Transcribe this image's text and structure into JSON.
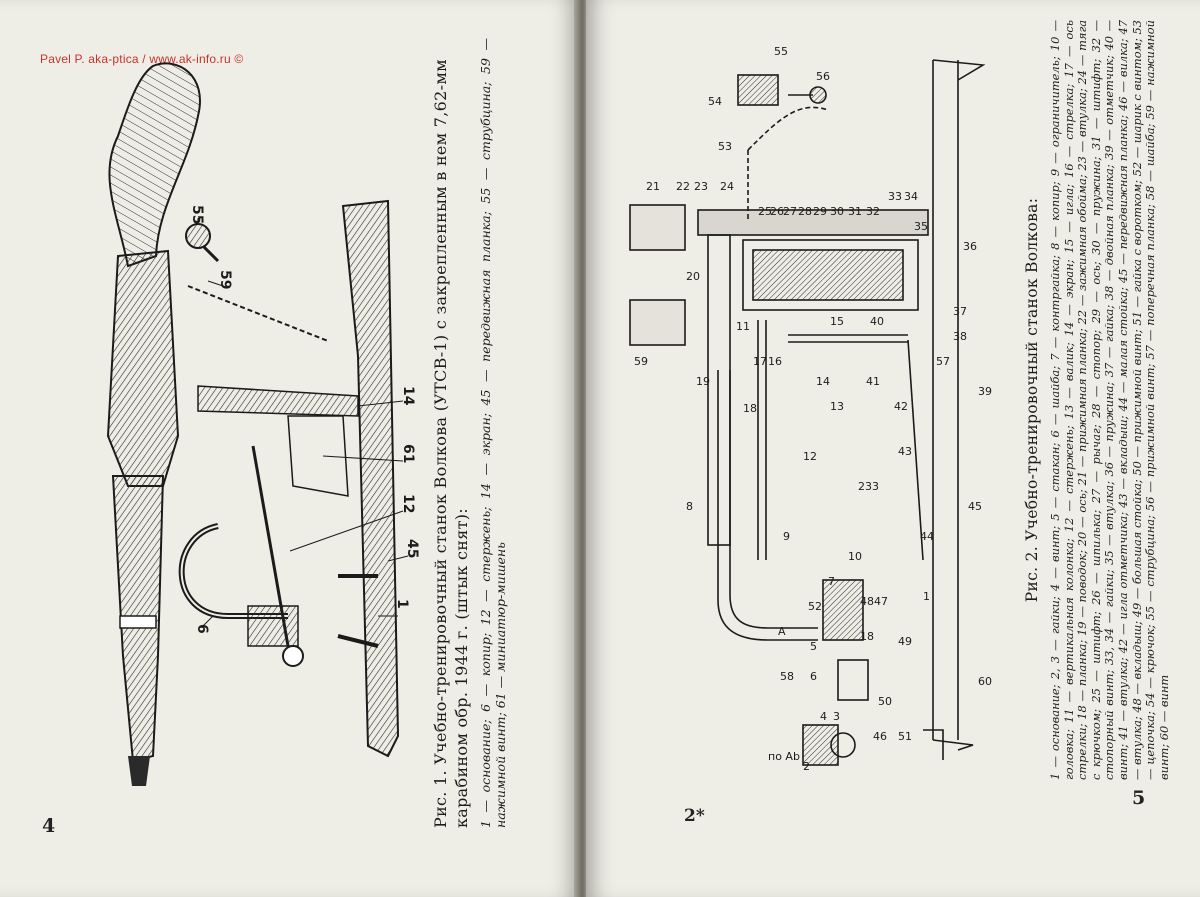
{
  "watermark": "Pavel P. aka-ptica / www.ak-info.ru ©",
  "left_page": {
    "page_number": "4",
    "figure1": {
      "caption_title": "Рис. 1. Учебно-тренировочный станок Волкова (УТСВ-1) с закрепленным в нем 7,62-мм карабином обр. 1944 г. (штык снят):",
      "legend": "1 — основание; 6 — копир; 12 — стержень; 14 — экран; 45 — передвижная планка; 55 — струбцина; 59 — нажимной винт; 61 — миниатюр-мишень",
      "callouts": [
        "55",
        "59",
        "14",
        "61",
        "12",
        "6",
        "45",
        "1"
      ]
    }
  },
  "right_page": {
    "page_number": "5",
    "signature_mark": "2*",
    "figure2": {
      "caption_title": "Рис. 2. Учебно-тренировочный станок Волкова:",
      "legend": "1 — основание; 2, 3 — гайки; 4 — винт; 5 — стакан; 6 — шайба; 7 — контргайка; 8 — копир; 9 — ограничитель; 10 — головка; 11 — вертикальная колонка; 12 — стержень; 13 — валик; 14 — экран; 15 — игла; 16 — стрелка; 17 — ось стрелки; 18 — планка; 19 — поводок; 20 — ось; 21 — прижимная планка; 22 — зажимная обойма; 23 — втулка; 24 — тяга с крючком; 25 — штифт; 26 — шпилька; 27 — рычаг; 28 — стопор; 29 — ось; 30 — пружина; 31 — штифт; 32 — стопорный винт; 33, 34 — гайки; 35 — втулка; 36 — пружина; 37 — гайка; 38 — двойная планка; 39 — отметчик; 40 — винт; 41 — втулка; 42 — игла отметчика; 43 — вкладыш; 44 — малая стойка; 45 — передвижная планка; 46 — вилка; 47 — втулка; 48 — вкладыш; 49 — большая стойка; 50 — прижимной винт; 51 — гайка с воротком; 52 — шарик с винтом; 53 — цепочка; 54 — крючок; 55 — струбцина; 56 — прижимной винт; 57 — поперечная планка; 58 — шайба; 59 — нажимной винт; 60 — винт",
      "callouts": [
        "55",
        "56",
        "54",
        "53",
        "24",
        "21",
        "22",
        "23",
        "25",
        "26",
        "27",
        "28",
        "29",
        "30",
        "31",
        "32",
        "33",
        "34",
        "35",
        "36",
        "20",
        "37",
        "38",
        "57",
        "59",
        "11",
        "40",
        "15",
        "14",
        "17",
        "16",
        "19",
        "13",
        "18",
        "41",
        "42",
        "39",
        "43",
        "12",
        "233",
        "8",
        "45",
        "9",
        "44",
        "10",
        "1",
        "7",
        "52",
        "48",
        "47",
        "5",
        "18",
        "49",
        "58",
        "6",
        "50",
        "3",
        "4",
        "46",
        "51",
        "2",
        "60",
        "A",
        "по Ab"
      ]
    }
  }
}
